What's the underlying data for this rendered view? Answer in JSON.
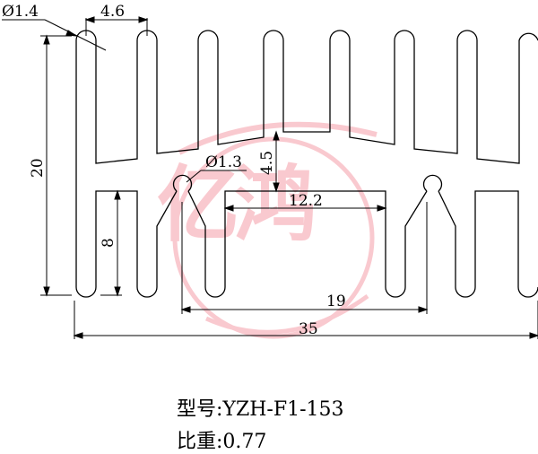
{
  "dimensions": {
    "hole_top": "Ø1.4",
    "fin_pitch": "4.6",
    "height": "20",
    "hole_mid": "Ø1.3",
    "step": "4.5",
    "slot_width": "12.2",
    "inner_depth": "8",
    "inner_span": "19",
    "total_width": "35"
  },
  "watermark": {
    "text": "亿鸿",
    "color": "#e8102a"
  },
  "spec": {
    "model_label": "型号:",
    "model_value": "YZH-F1-153",
    "weight_label": "比重:",
    "weight_value": "0.77"
  }
}
